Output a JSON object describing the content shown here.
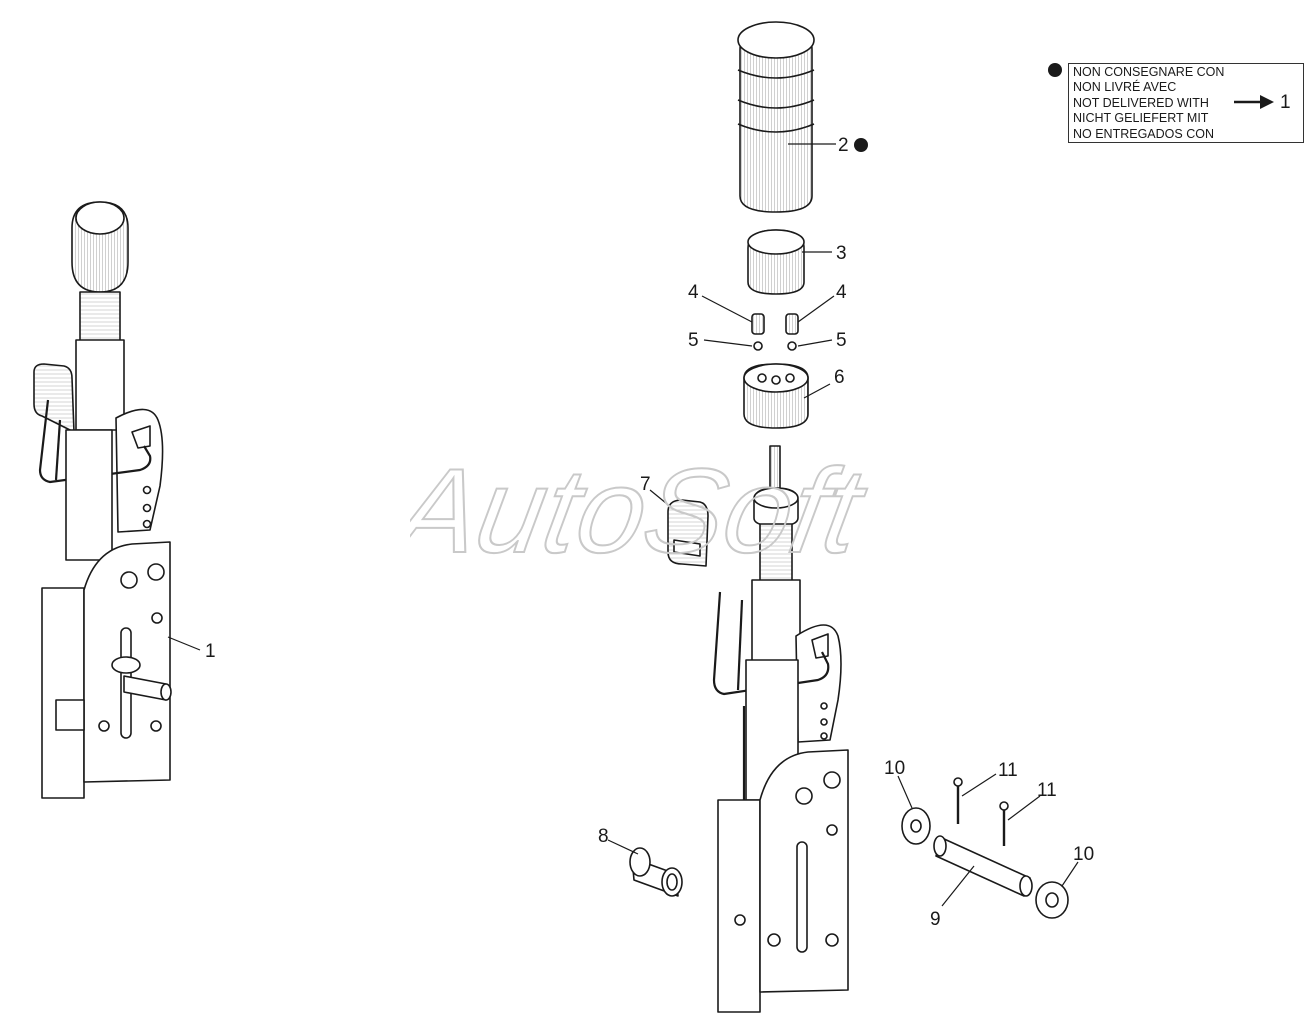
{
  "legend": {
    "lines": [
      "NON CONSEGNARE CON",
      "NON LIVRÉ AVEC",
      "NOT DELIVERED WITH",
      "NICHT GELIEFERT MIT",
      "NO ENTREGADOS CON"
    ],
    "reference": "1"
  },
  "watermark": "AutoSoft",
  "callouts": {
    "c1": "1",
    "c2": "2",
    "c3": "3",
    "c4a": "4",
    "c4b": "4",
    "c5a": "5",
    "c5b": "5",
    "c6": "6",
    "c7": "7",
    "c8": "8",
    "c9": "9",
    "c10a": "10",
    "c10b": "10",
    "c11a": "11",
    "c11b": "11"
  },
  "colors": {
    "ink": "#1a1a1a",
    "watermark": "#c9c9c9"
  }
}
